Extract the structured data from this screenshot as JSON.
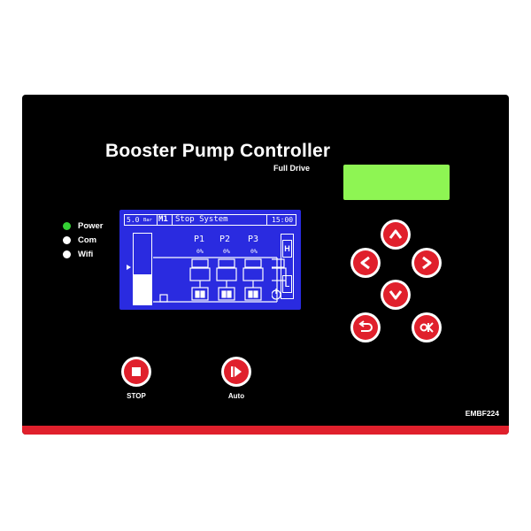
{
  "colors": {
    "panel_bg": "#000000",
    "accent_red": "#e0202c",
    "green_display": "#8ef553",
    "lcd_blue": "#2a2be0",
    "led_green": "#34d034",
    "led_off": "#ffffff"
  },
  "header": {
    "title": "Booster Pump Controller",
    "subtitle": "Full Drive"
  },
  "leds": [
    {
      "label": "Power",
      "state": "on"
    },
    {
      "label": "Com",
      "state": "off"
    },
    {
      "label": "Wifi",
      "state": "off"
    }
  ],
  "lcd": {
    "pressure": "5.0",
    "pressure_unit": "Bar",
    "mode": "M1",
    "status": "Stop System",
    "time": "15:00",
    "level_fraction": 0.42,
    "pumps": [
      {
        "name": "P1",
        "percent": "0%"
      },
      {
        "name": "P2",
        "percent": "0%"
      },
      {
        "name": "P3",
        "percent": "0%"
      }
    ],
    "high_label": "H",
    "low_label": "L"
  },
  "buttons": {
    "stop_label": "STOP",
    "auto_label": "Auto"
  },
  "model": "EMBF224"
}
